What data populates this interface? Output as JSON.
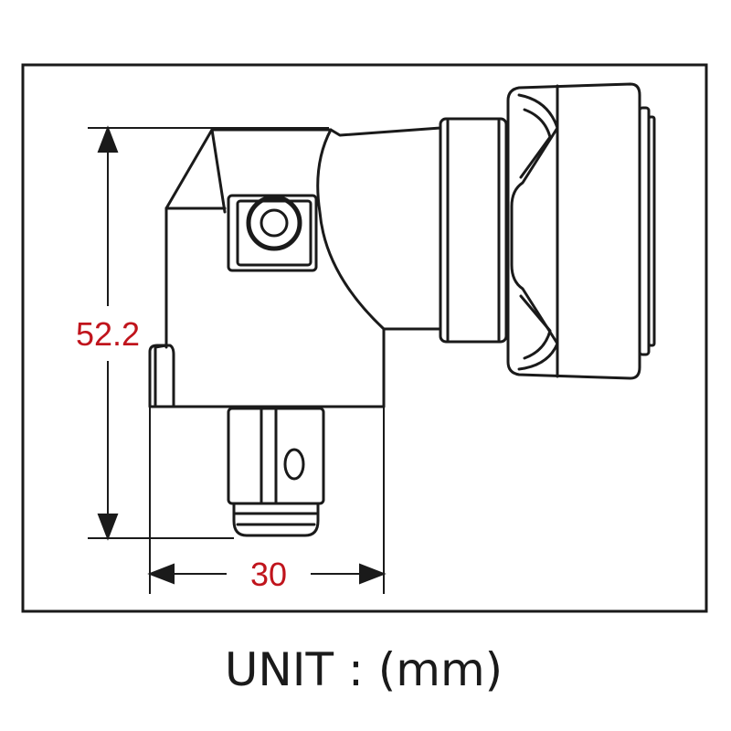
{
  "dimensions": {
    "height_label": "52.2",
    "width_label": "30",
    "color": "#c0141c"
  },
  "unit_label": "UNIT : (mm)",
  "line_color": "#1a1a1a"
}
